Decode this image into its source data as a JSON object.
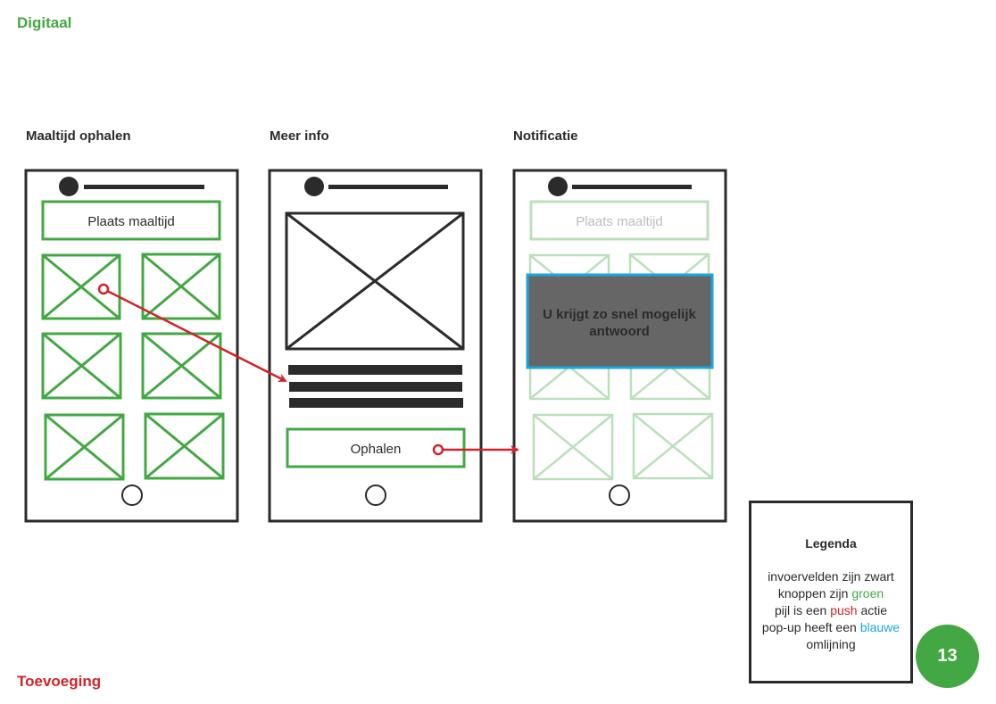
{
  "headings": {
    "digitaal": "Digitaal",
    "toevoeging": "Toevoeging"
  },
  "colors": {
    "green": "#43a843",
    "light_green": "#b9e0b9",
    "red": "#d2232a",
    "blue": "#1ba6e0",
    "dark": "#2b2b2b",
    "popup_fill": "#666666"
  },
  "screens": [
    {
      "title": "Maaltijd ophalen",
      "button_label": "Plaats maaltijd",
      "image_placeholder_count": 6
    },
    {
      "title": "Meer info",
      "button_label": "Ophalen",
      "text_line_count": 3
    },
    {
      "title": "Notificatie",
      "button_label": "Plaats maaltijd",
      "popup_text_line1": "U krijgt zo snel mogelijk",
      "popup_text_line2": "antwoord"
    }
  ],
  "arrows": [
    {
      "from": "screen-1-image-1",
      "to": "screen-2-text-lines",
      "type": "push"
    },
    {
      "from": "screen-2-ophalen-button",
      "to": "screen-3",
      "type": "push"
    }
  ],
  "legend": {
    "title": "Legenda",
    "lines": [
      {
        "before": "invoervelden zijn zwart",
        "highlight": "",
        "after": "",
        "color": ""
      },
      {
        "before": "knoppen zijn ",
        "highlight": "groen",
        "after": "",
        "color": "green"
      },
      {
        "before": "pijl is een ",
        "highlight": "push",
        "after": " actie",
        "color": "red"
      },
      {
        "before": "pop-up heeft een ",
        "highlight": "blauwe",
        "after": "",
        "color": "blue"
      },
      {
        "before": "omlijning",
        "highlight": "",
        "after": "",
        "color": ""
      }
    ]
  },
  "page_number": "13"
}
